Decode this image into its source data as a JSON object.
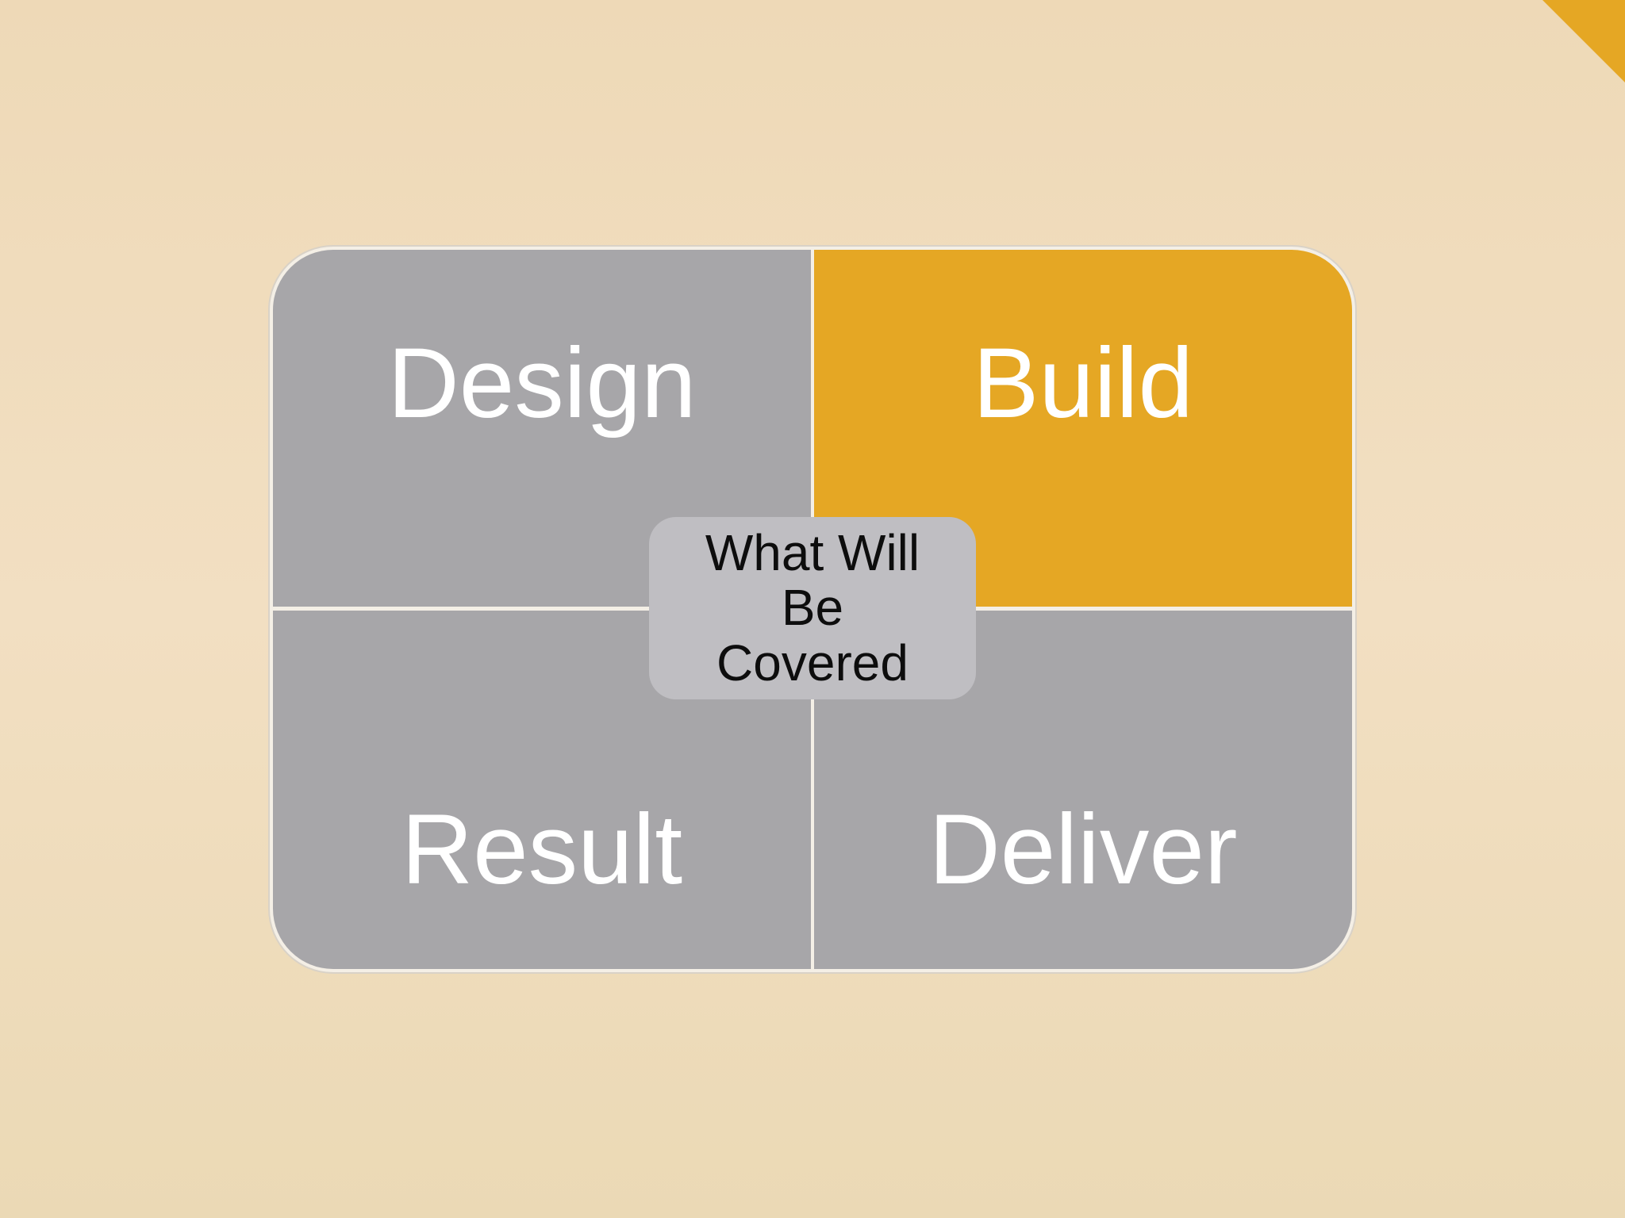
{
  "diagram": {
    "quadrants": {
      "top_left": "Design",
      "top_right": "Build",
      "bottom_left": "Result",
      "bottom_right": "Deliver"
    },
    "center_label": "What Will Be Covered"
  },
  "colors": {
    "background": "#efdcbc",
    "quadrant_gray": "#a7a6a9",
    "highlight_orange": "#e5a724",
    "center_box": "#bfbec2",
    "quadrant_text": "#ffffff",
    "center_text": "#0d0d0d"
  }
}
